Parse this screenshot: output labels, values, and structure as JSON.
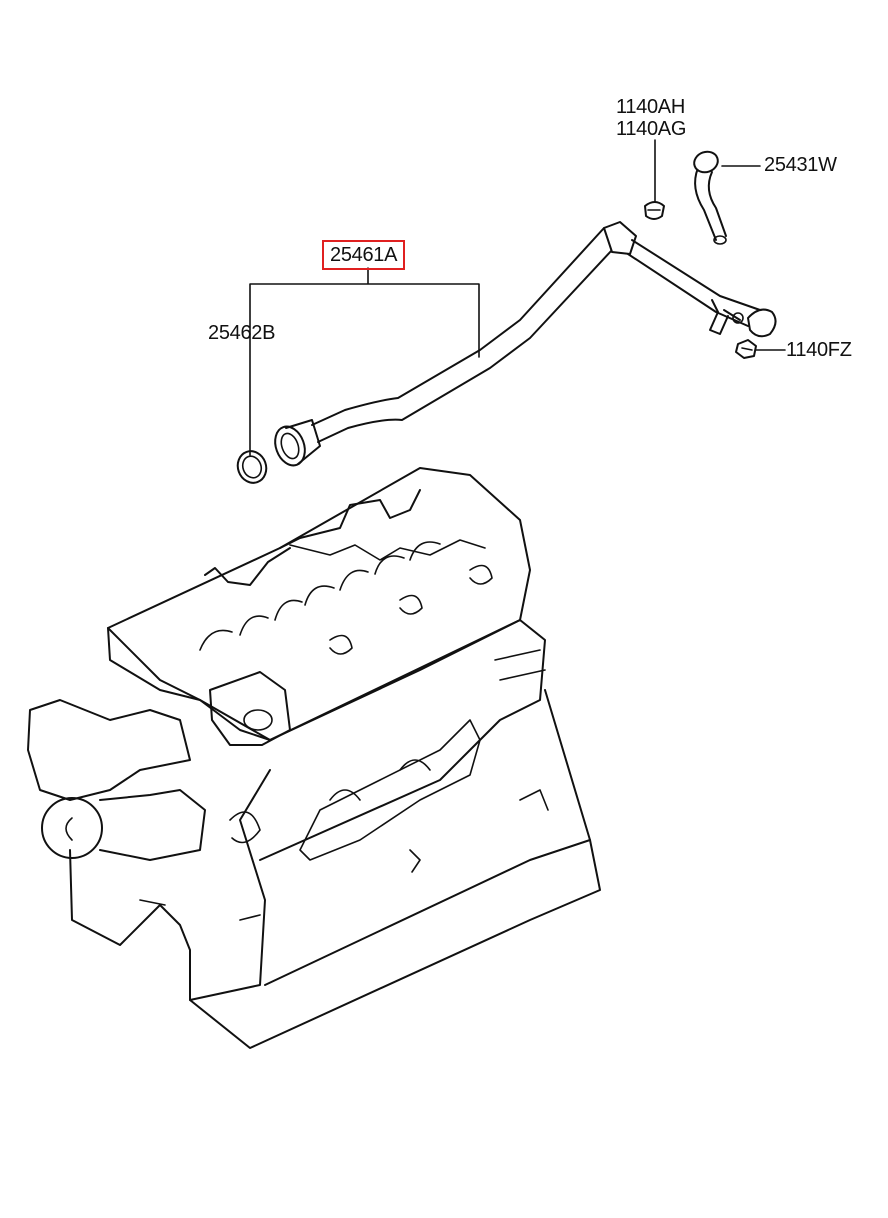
{
  "diagram": {
    "labels": {
      "pipe": "25461A",
      "o_ring": "25462B",
      "clip_ah": "1140AH",
      "clip_ag": "1140AG",
      "hose": "25431W",
      "bolt": "1140FZ"
    },
    "highlight_color": "#e02020"
  }
}
